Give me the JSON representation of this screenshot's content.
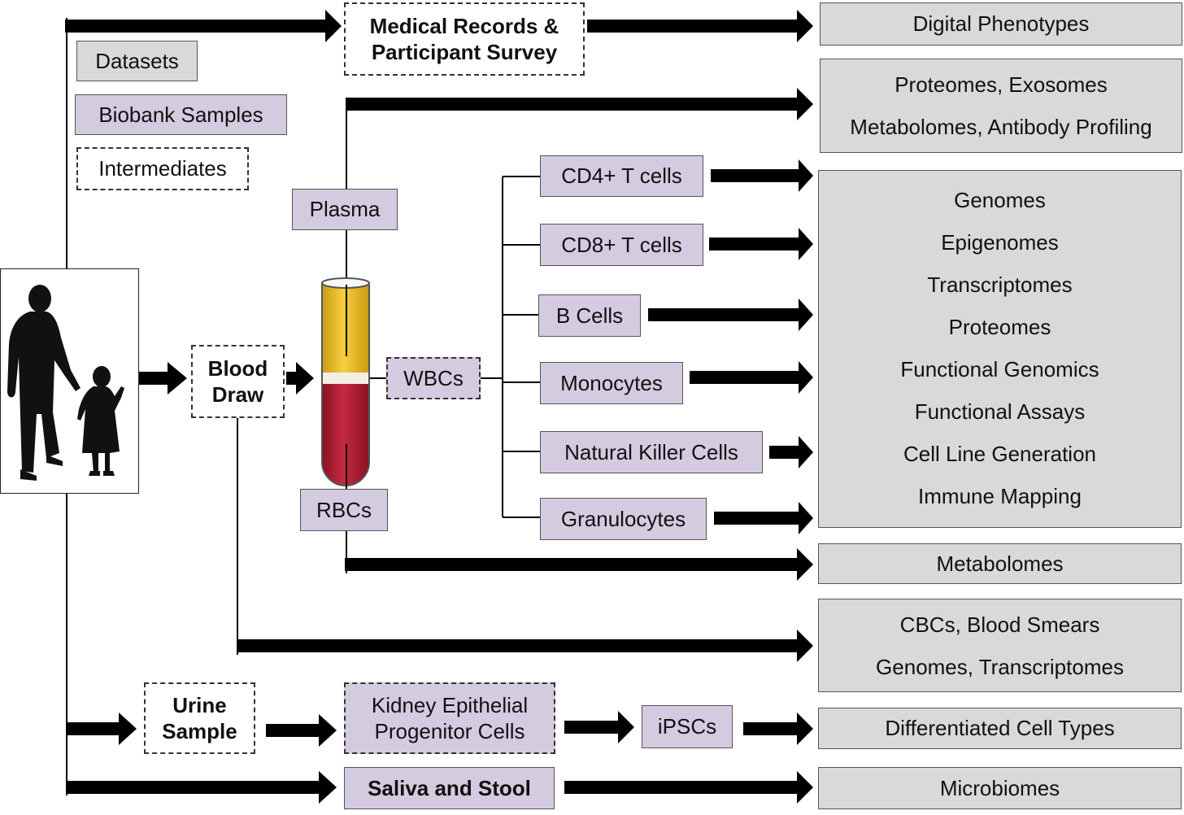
{
  "legend": {
    "datasets": "Datasets",
    "biobank_samples": "Biobank Samples",
    "intermediates": "Intermediates"
  },
  "sources": {
    "medical_records": [
      "Medical Records &",
      "Participant Survey"
    ],
    "blood_draw": [
      "Blood",
      "Draw"
    ],
    "urine_sample": [
      "Urine",
      "Sample"
    ],
    "saliva_stool": "Saliva and Stool"
  },
  "blood_fractions": {
    "plasma": "Plasma",
    "wbcs": "WBCs",
    "rbcs": "RBCs"
  },
  "cell_types": {
    "cd4": "CD4+ T cells",
    "cd8": "CD8+ T cells",
    "bcells": "B Cells",
    "monocytes": "Monocytes",
    "nk": "Natural Killer Cells",
    "granulocytes": "Granulocytes"
  },
  "urine_path": {
    "kidney": [
      "Kidney Epithelial",
      "Progenitor Cells"
    ],
    "ipscs": "iPSCs"
  },
  "datasets": {
    "digital_phenotypes": "Digital Phenotypes",
    "plasma_omics": [
      "Proteomes, Exosomes",
      "Metabolomes, Antibody Profiling"
    ],
    "cell_omics": [
      "Genomes",
      "Epigenomes",
      "Transcriptomes",
      "Proteomes",
      "Functional Genomics",
      "Functional Assays",
      "Cell Line Generation",
      "Immune Mapping"
    ],
    "metabolomes": "Metabolomes",
    "blood_assays": [
      "CBCs, Blood Smears",
      "Genomes, Transcriptomes"
    ],
    "differentiated": "Differentiated Cell Types",
    "microbiomes": "Microbiomes"
  },
  "colors": {
    "dataset_fill": "#d9d9d9",
    "biobank_fill": "#d4cbe0",
    "plasma_yellow": "#f0c020",
    "blood_red": "#b01a30"
  },
  "icons": {
    "family": "parent-child-silhouette-icon",
    "tube": "blood-tube-icon"
  }
}
